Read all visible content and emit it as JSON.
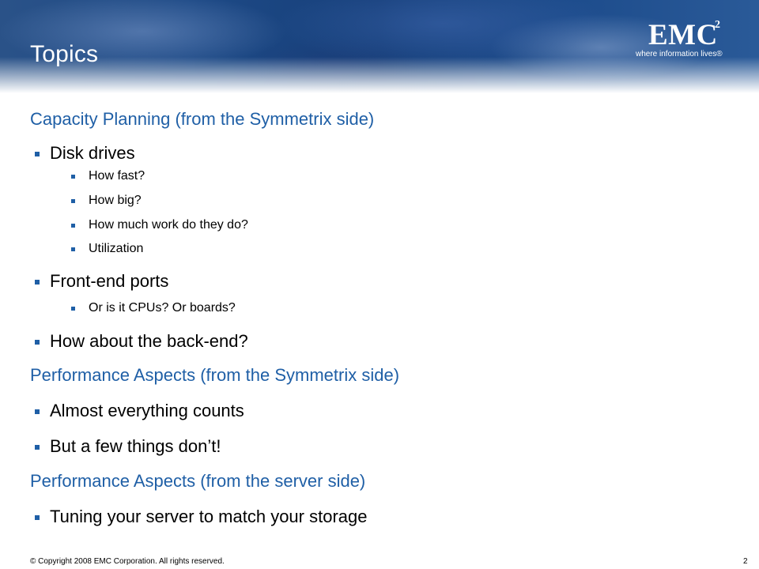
{
  "slide": {
    "title": "Topics",
    "page_number": "2"
  },
  "logo": {
    "mark": "EMC",
    "superscript": "2",
    "tagline": "where information lives®"
  },
  "content": {
    "section1": "Capacity Planning (from the Symmetrix side)",
    "disk_drives": "Disk drives",
    "how_fast": "How fast?",
    "how_big": "How big?",
    "how_much_work": "How much work do they do?",
    "utilization": "Utilization",
    "front_end_ports": "Front-end ports",
    "cpus_boards": "Or is it CPUs?  Or boards?",
    "back_end": "How about the back-end?",
    "section2": "Performance Aspects (from the Symmetrix side)",
    "almost_everything": "Almost everything counts",
    "few_things": "But a few things don’t!",
    "section3": "Performance Aspects (from the server side)",
    "tuning": "Tuning your server to match your storage"
  },
  "footer": {
    "copyright": "© Copyright 2008 EMC Corporation. All rights reserved."
  },
  "colors": {
    "accent": "#1f5fa6",
    "header_dark": "#163f7a"
  }
}
